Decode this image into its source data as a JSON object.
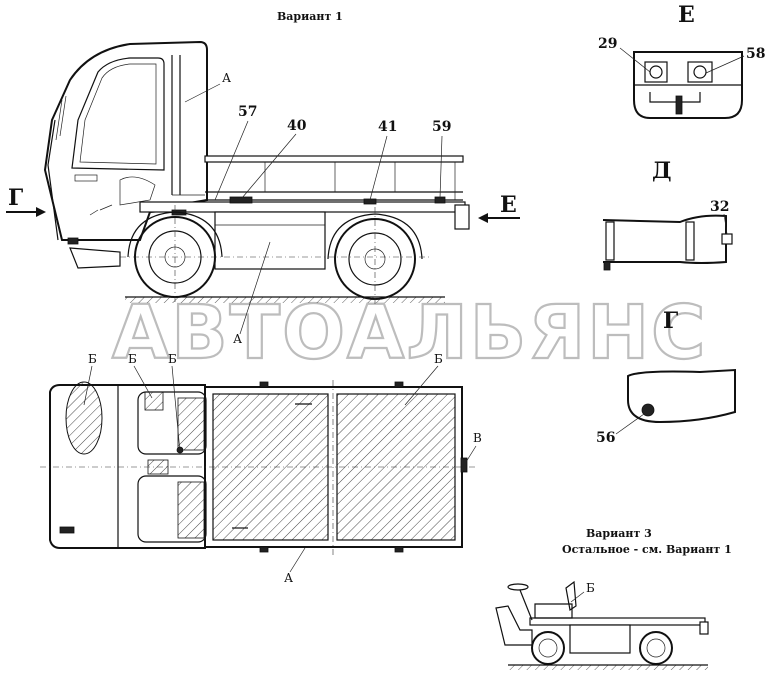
{
  "titles": {
    "variant1": "Вариант 1",
    "variant3": "Вариант 3",
    "variant3_note": "Остальное - см. Вариант 1"
  },
  "views": {
    "E": "Е",
    "D": "Д",
    "G": "Г"
  },
  "arrows": {
    "left": "Г",
    "right": "Е"
  },
  "callouts": {
    "A_cab": "А",
    "A_under": "А",
    "A_bottom": "А",
    "c57": "57",
    "c40": "40",
    "c41": "41",
    "c59": "59",
    "c29": "29",
    "c58": "58",
    "c32": "32",
    "c56": "56",
    "B1": "Б",
    "B2": "Б",
    "B3": "Б",
    "B4": "Б",
    "B5": "Б",
    "V": "В"
  },
  "watermark": "АВТОАЛЬЯНС"
}
